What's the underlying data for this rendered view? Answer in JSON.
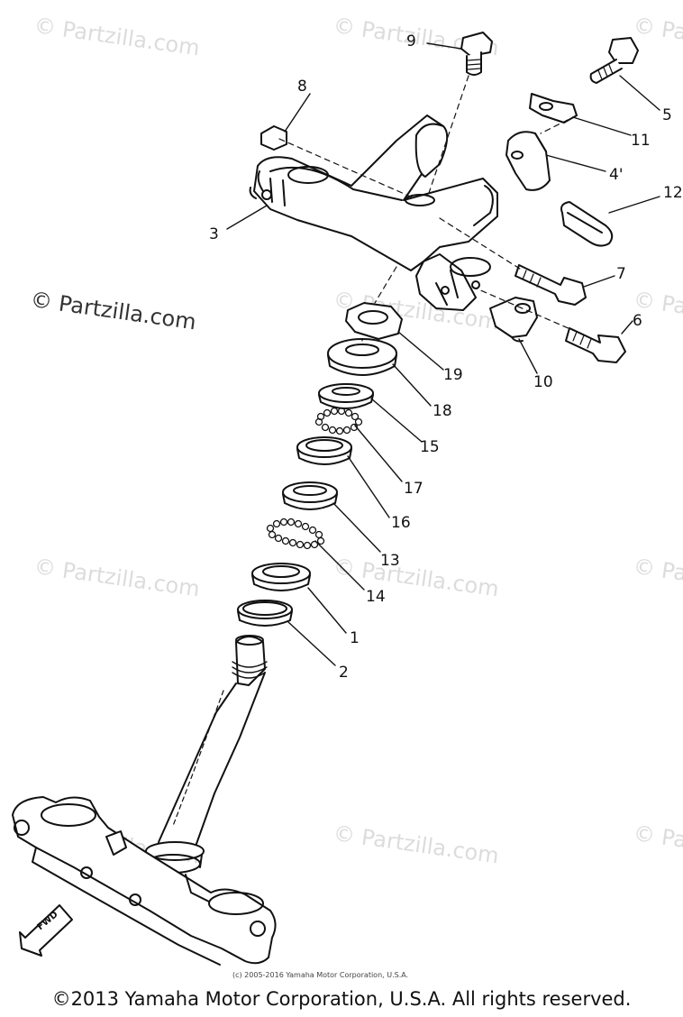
{
  "watermark_text": "© Partzilla.com",
  "fwd_label": "FWD",
  "callouts": {
    "c9": "9",
    "c8": "8",
    "c5": "5",
    "c11": "11",
    "c4": "4'",
    "c12": "12",
    "c3": "3",
    "c7": "7",
    "c6": "6",
    "c10": "10",
    "c19": "19",
    "c18": "18",
    "c15": "15",
    "c17": "17",
    "c16": "16",
    "c13": "13",
    "c14": "14",
    "c1": "1",
    "c2": "2"
  },
  "inner_copyright": "(c) 2005-2016 Yamaha Motor Corporation, U.S.A.",
  "footer_copyright": "©2013 Yamaha Motor Corporation, U.S.A. All rights reserved.",
  "colors": {
    "line": "#111111",
    "watermark": "#dcdcdc"
  }
}
